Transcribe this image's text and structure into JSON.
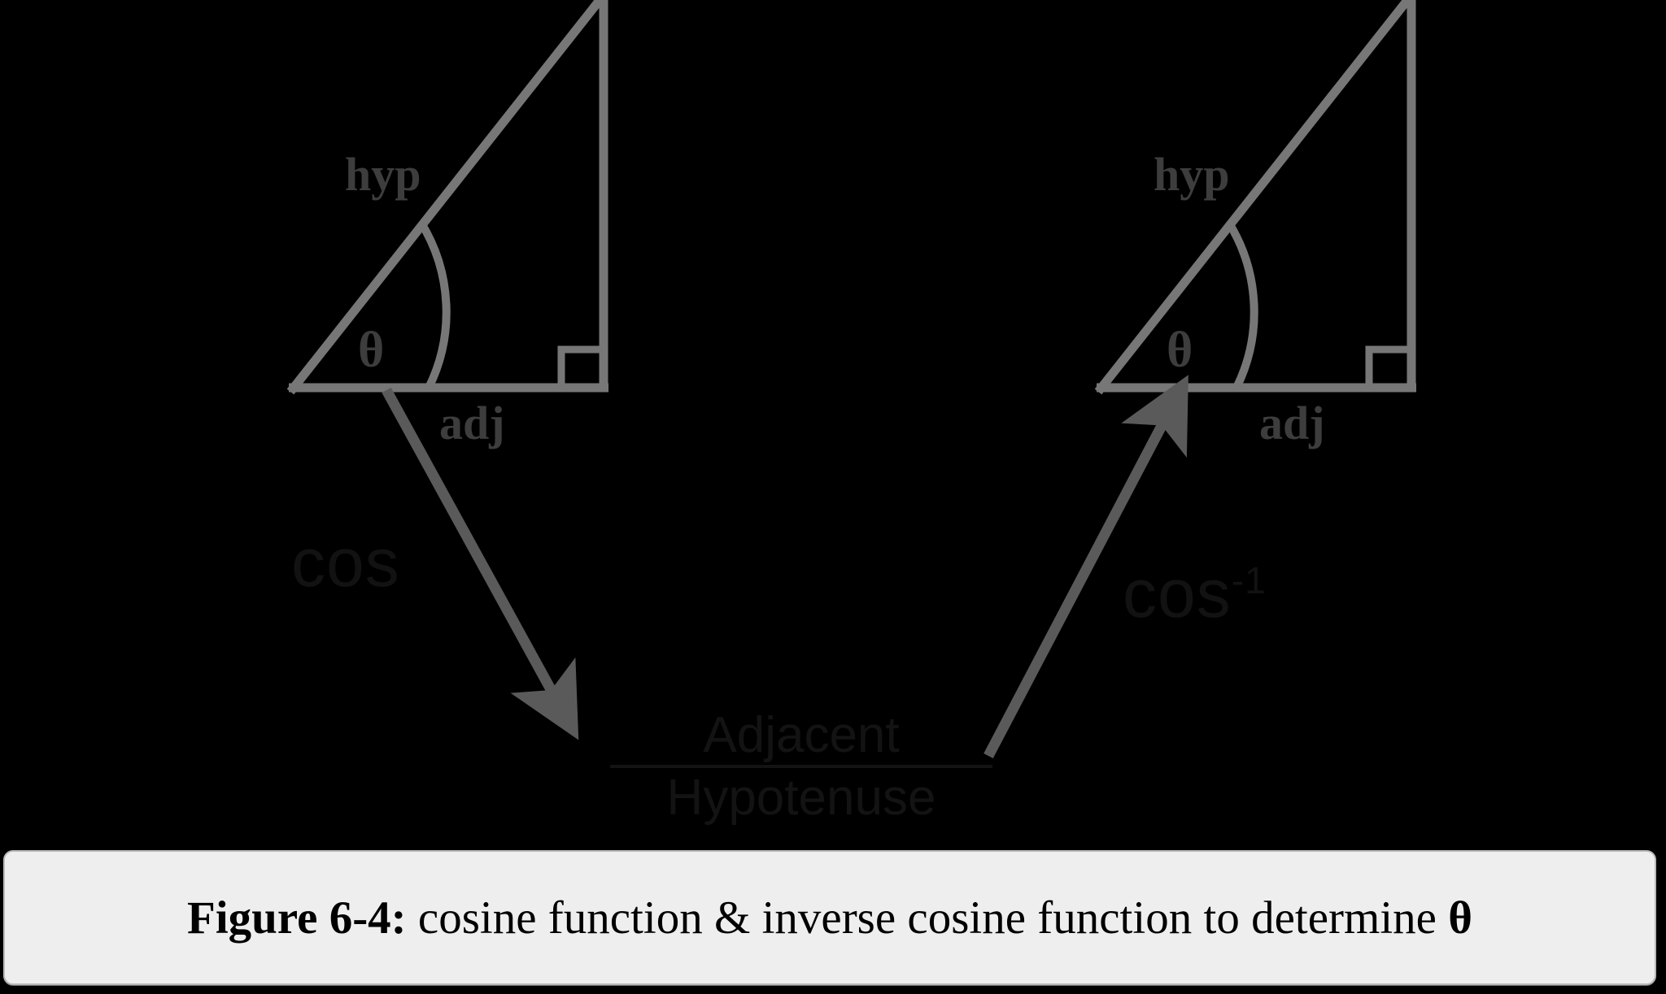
{
  "figure": {
    "background_color": "#000000",
    "stroke_color": "#777777",
    "label_color": "#3d3d3d",
    "dark_text_color": "#121212",
    "left_triangle": {
      "name": "cosine-triangle",
      "hyp_label": "hyp",
      "adj_label": "adj",
      "angle_label": "θ"
    },
    "right_triangle": {
      "name": "inverse-cosine-triangle",
      "hyp_label": "hyp",
      "adj_label": "adj",
      "angle_label": "θ"
    },
    "forward_function_label": "cos",
    "inverse_function_label": "cos",
    "inverse_function_exponent": "-1",
    "ratio": {
      "numerator": "Adjacent",
      "denominator": "Hypotenuse"
    }
  },
  "caption": {
    "label": "Figure 6-4:",
    "text": " cosine function & inverse cosine function to determine ",
    "theta": "θ"
  }
}
